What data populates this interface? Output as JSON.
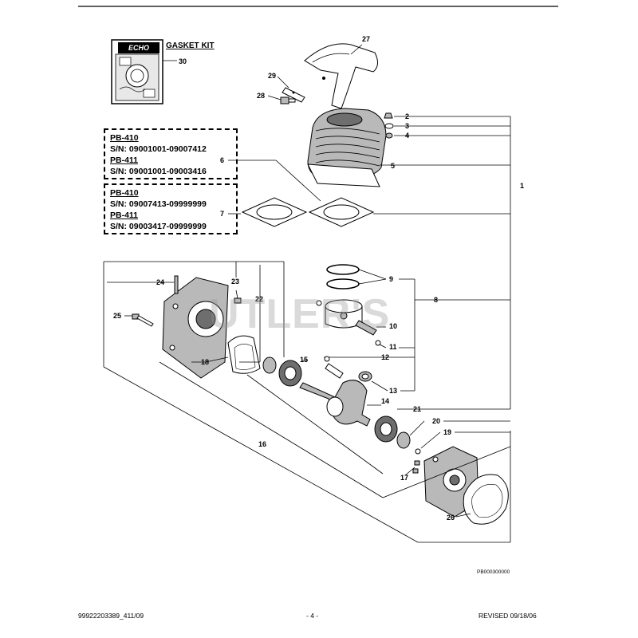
{
  "gasket_kit": {
    "brand": "ECHO",
    "title": "GASKET KIT"
  },
  "serial_boxes": [
    {
      "lines": [
        {
          "text": "PB-410",
          "model": true
        },
        {
          "text": "S/N: 09001001-09007412",
          "model": false
        },
        {
          "text": "PB-411",
          "model": true
        },
        {
          "text": "S/N: 09001001-09003416",
          "model": false
        }
      ]
    },
    {
      "lines": [
        {
          "text": "PB-410",
          "model": true
        },
        {
          "text": "S/N: 09007413-09999999",
          "model": false
        },
        {
          "text": "PB-411",
          "model": true
        },
        {
          "text": "S/N: 09003417-09999999",
          "model": false
        }
      ]
    }
  ],
  "callouts": [
    "1",
    "2",
    "3",
    "4",
    "5",
    "6",
    "7",
    "8",
    "9",
    "10",
    "11",
    "12",
    "13",
    "14",
    "15",
    "16",
    "17",
    "18",
    "19",
    "20",
    "21",
    "22",
    "23",
    "24",
    "25",
    "26",
    "27",
    "28",
    "29",
    "30"
  ],
  "watermark": "UTLER'S",
  "figure_code": "PB000300000",
  "footer": {
    "left": "99922203389_411/09",
    "center": "- 4 -",
    "right": "REVISED 09/18/06"
  }
}
